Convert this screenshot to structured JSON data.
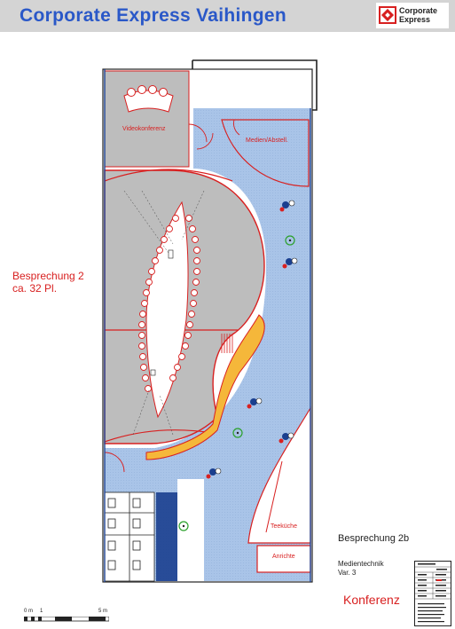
{
  "header": {
    "title": "Corporate Express Vaihingen",
    "logo_text": "Corporate Express",
    "bg_color": "#d4d4d4",
    "title_color": "#2a58c8"
  },
  "rooms": {
    "video": "Videokonferenz",
    "medien": "Medien/Abstell.",
    "teekueche": "Teeküche",
    "anrichte": "Anrichte"
  },
  "plan_labels": {
    "besprechung2_line1": "Besprechung 2",
    "besprechung2_line2": "ca. 32 Pl.",
    "besprechung2b": "Besprechung 2b",
    "medientechnik_line1": "Medientechnik",
    "medientechnik_line2": "Var. 3",
    "konferenz": "Konferenz"
  },
  "scale": {
    "start": "0",
    "mid": "1",
    "end": "5",
    "unit": "m"
  },
  "colors": {
    "floor_blue": "#a9c4e8",
    "meeting_gray": "#bdbdbd",
    "table_white": "#ffffff",
    "wall_red": "#d82020",
    "accent_orange": "#f5b73a",
    "dark_blue": "#1a3f8f"
  }
}
